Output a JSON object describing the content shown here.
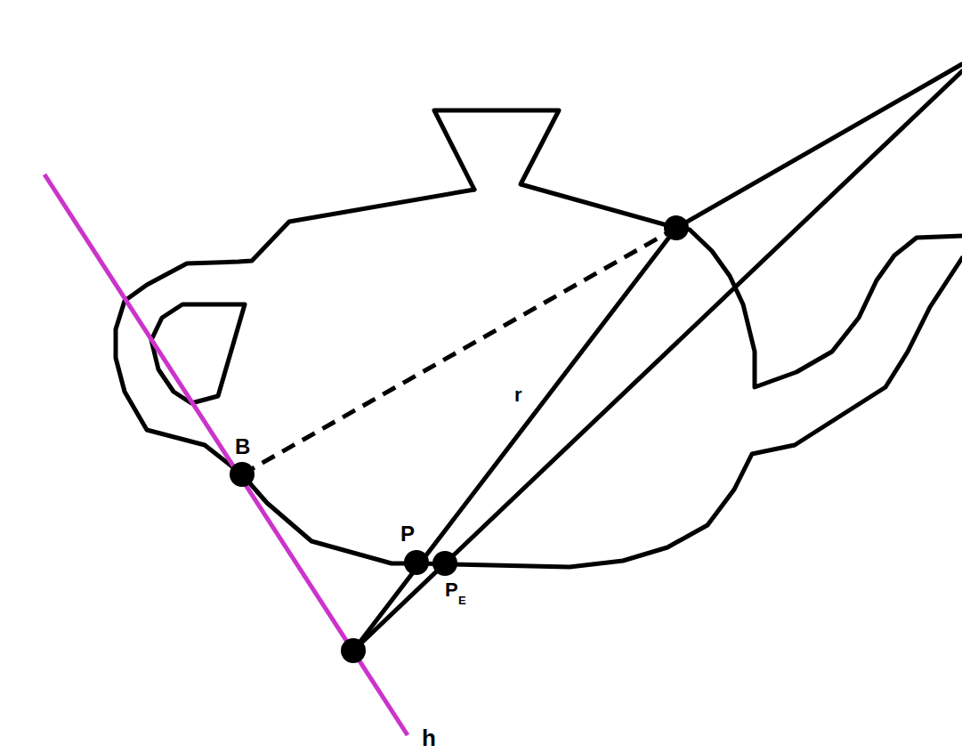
{
  "diagram": {
    "labels": [
      "B",
      "P",
      "P",
      "E",
      "r",
      "h"
    ]
  }
}
